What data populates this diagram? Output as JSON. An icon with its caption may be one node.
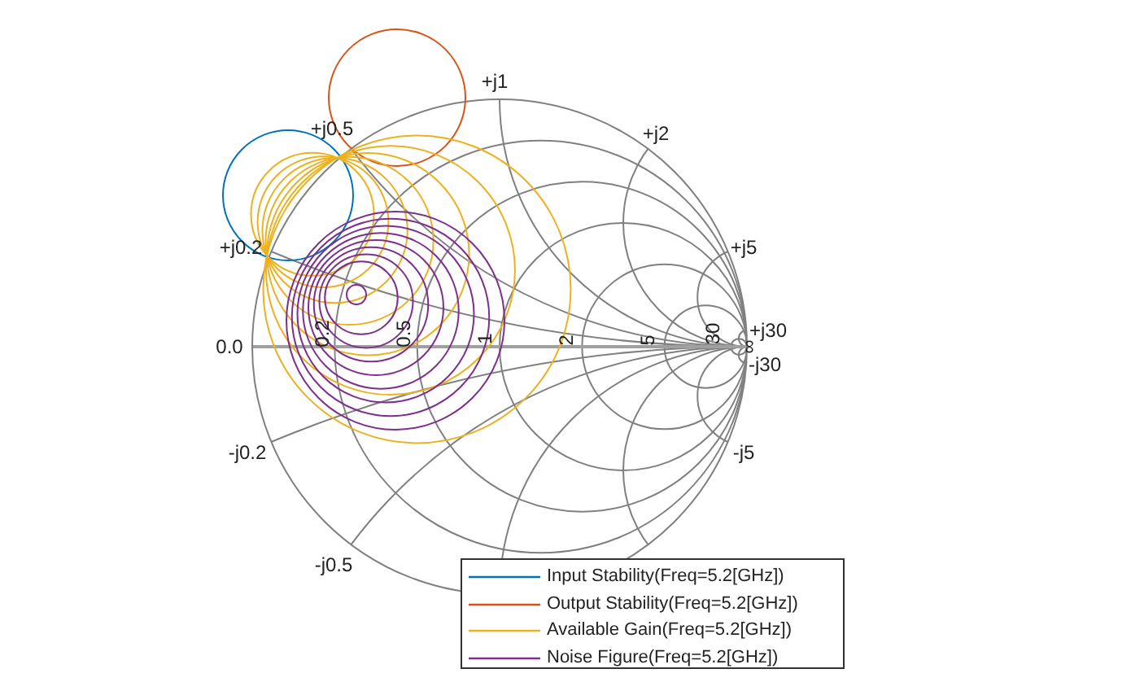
{
  "diagram": {
    "labels": [
      "+j1",
      "+j0.5",
      "+j2",
      "+j0.2",
      "+j5",
      "0.0",
      "0.2",
      "0.5",
      "1",
      "2",
      "5",
      "30",
      "+j30",
      "∞",
      "-j30",
      "-j0.2",
      "-j5",
      "-j0.5"
    ],
    "legend": [
      {
        "text": "Input Stability(Freq=5.2[GHz])"
      },
      {
        "text": "Output Stability(Freq=5.2[GHz])"
      },
      {
        "text": "Available Gain(Freq=5.2[GHz])"
      },
      {
        "text": "Noise Figure(Freq=5.2[GHz])"
      }
    ]
  }
}
